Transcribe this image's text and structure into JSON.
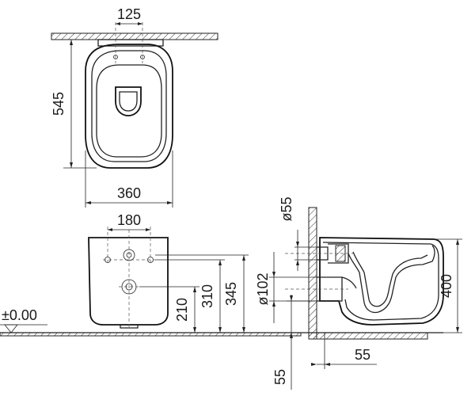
{
  "top_view": {
    "dim_fixing_spacing": "125",
    "dim_depth": "545",
    "dim_width": "360"
  },
  "front_view": {
    "dim_inlet_spacing": "180",
    "dim_height_210": "210",
    "dim_height_310": "310",
    "dim_height_345": "345",
    "floor_level": "±0.00"
  },
  "side_view": {
    "dim_inlet_diameter": "ø55",
    "dim_outlet_diameter": "ø102",
    "dim_total_height": "400",
    "dim_wall_offset": "55",
    "dim_floor_offset": "55"
  }
}
